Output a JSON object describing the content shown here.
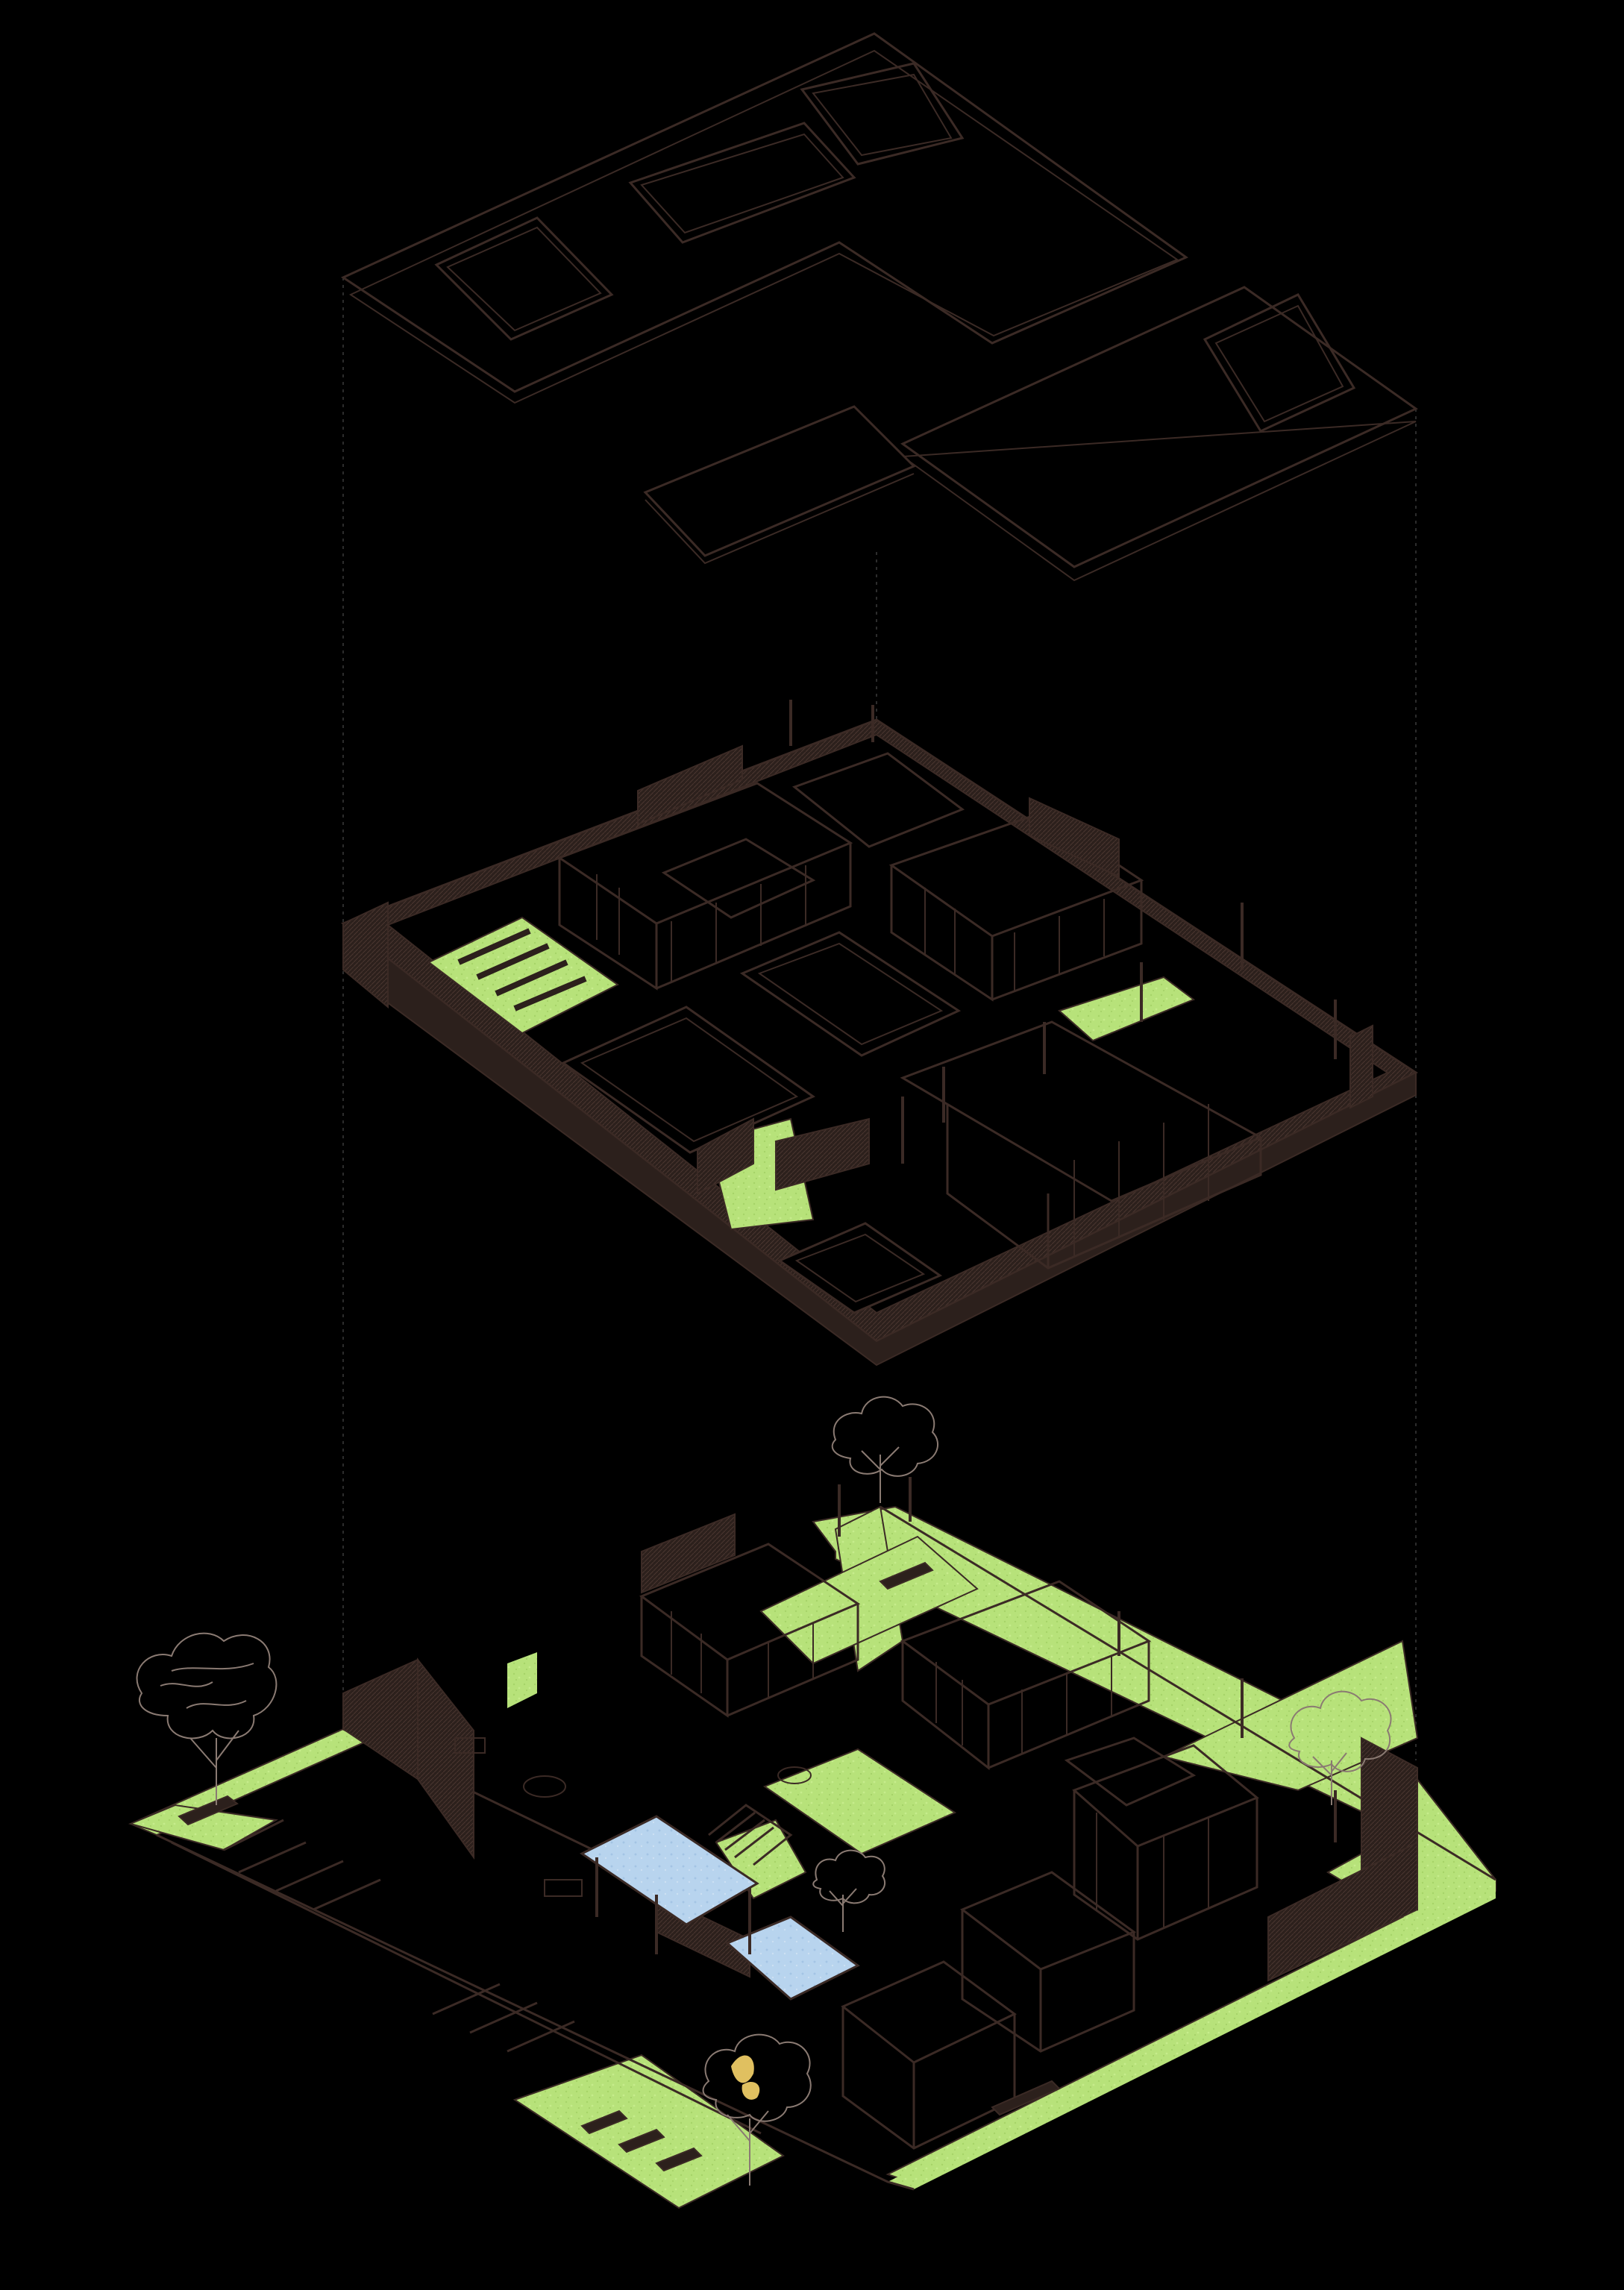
{
  "diagram": {
    "type": "exploded-axonometric",
    "layers": [
      {
        "name": "roof"
      },
      {
        "name": "upper-floor"
      },
      {
        "name": "ground-floor"
      }
    ],
    "colors": {
      "background": "#000000",
      "line": "#3b2a25",
      "wall_fill": "#2c201c",
      "wall_hatch": "#4a3630",
      "lawn": "#b7e27a",
      "lawn_light": "#cdea94",
      "pool": "#b8d4ee",
      "tree_line": "#8a7a72",
      "tree_highlight": "#e0c060",
      "guide": "#3a3a3a"
    }
  }
}
